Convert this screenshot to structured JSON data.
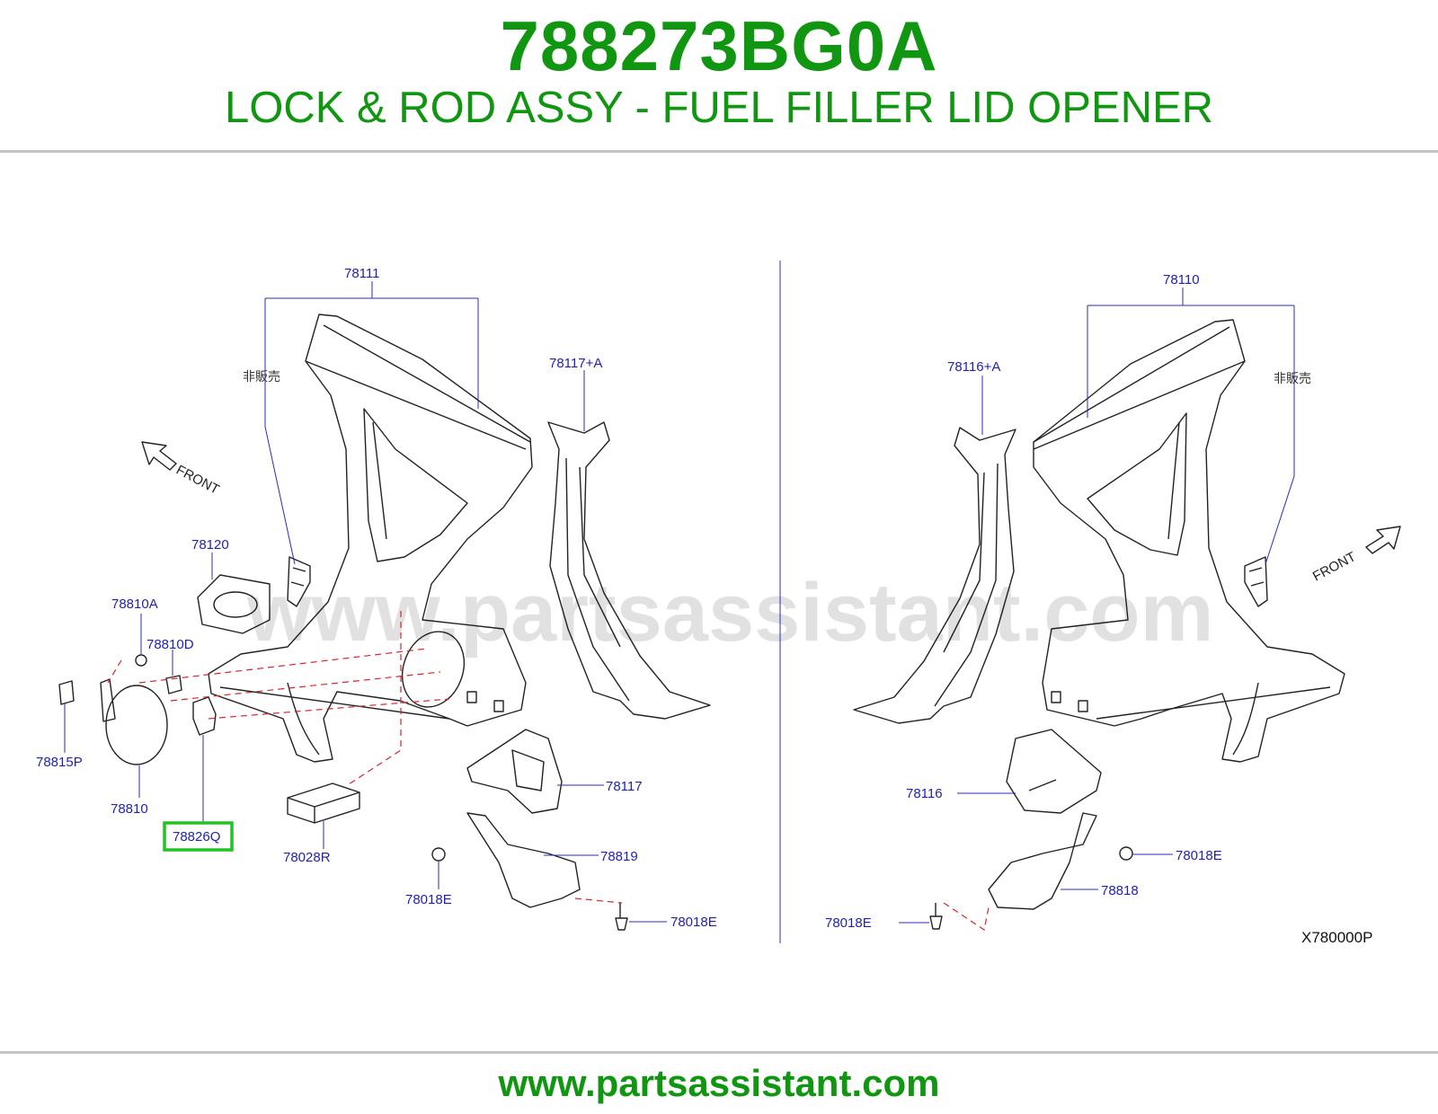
{
  "header": {
    "part_number": "788273BG0A",
    "title": "LOCK & ROD ASSY - FUEL FILLER LID OPENER"
  },
  "diagram": {
    "watermark": "www.partsassistant.com",
    "front_label": "FRONT",
    "not_for_sale_label": "非販売",
    "reference_code": "X780000P",
    "highlight_color": "#22c322",
    "callouts": {
      "c78111": "78111",
      "c78117a": "78117+A",
      "c78120": "78120",
      "c78810a": "78810A",
      "c78810d": "78810D",
      "c78815p": "78815P",
      "c78810": "78810",
      "c78826q": "78826Q",
      "c78028r": "78028R",
      "c78117": "78117",
      "c78819": "78819",
      "c78018e_l1": "78018E",
      "c78018e_l2": "78018E",
      "c78110": "78110",
      "c78116a": "78116+A",
      "c78116": "78116",
      "c78018e_r1": "78018E",
      "c78818": "78818",
      "c78018e_r2": "78018E"
    }
  },
  "footer": {
    "url": "www.partsassistant.com"
  }
}
